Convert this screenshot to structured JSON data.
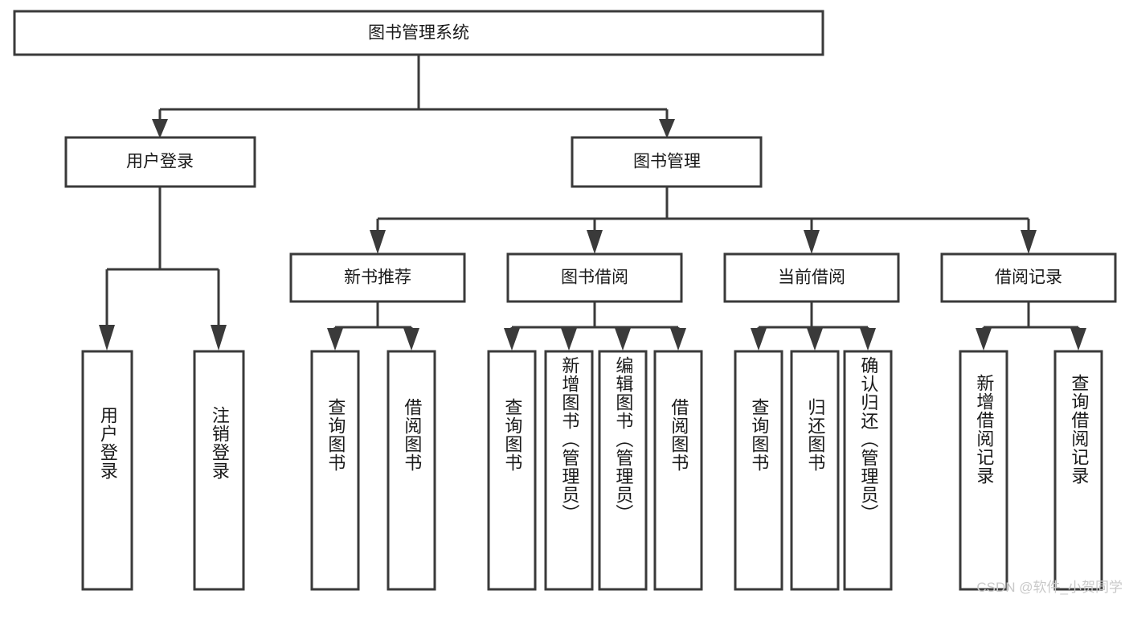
{
  "diagram": {
    "title": "图书管理系统",
    "type": "tree-hierarchy",
    "watermark": "CSDN @软件_小贺同学",
    "root": {
      "id": "root",
      "label": "图书管理系统"
    },
    "level2": [
      {
        "id": "user-login",
        "label": "用户登录"
      },
      {
        "id": "book-manage",
        "label": "图书管理"
      }
    ],
    "level3": [
      {
        "id": "new-book-rec",
        "label": "新书推荐",
        "parent": "book-manage"
      },
      {
        "id": "book-borrow",
        "label": "图书借阅",
        "parent": "book-manage"
      },
      {
        "id": "current-borrow",
        "label": "当前借阅",
        "parent": "book-manage"
      },
      {
        "id": "borrow-record",
        "label": "借阅记录",
        "parent": "book-manage"
      }
    ],
    "leaves": [
      {
        "id": "leaf-user-login",
        "label": "用户登录",
        "parent": "user-login"
      },
      {
        "id": "leaf-logout",
        "label": "注销登录",
        "parent": "user-login"
      },
      {
        "id": "leaf-query-book-1",
        "label": "查询图书",
        "parent": "new-book-rec"
      },
      {
        "id": "leaf-borrow-book-1",
        "label": "借阅图书",
        "parent": "new-book-rec"
      },
      {
        "id": "leaf-query-book-2",
        "label": "查询图书",
        "parent": "book-borrow"
      },
      {
        "id": "leaf-add-book",
        "label": "新增图书（管理员）",
        "parent": "book-borrow"
      },
      {
        "id": "leaf-edit-book",
        "label": "编辑图书（管理员）",
        "parent": "book-borrow"
      },
      {
        "id": "leaf-borrow-book-2",
        "label": "借阅图书",
        "parent": "book-borrow"
      },
      {
        "id": "leaf-query-book-3",
        "label": "查询图书",
        "parent": "current-borrow"
      },
      {
        "id": "leaf-return-book",
        "label": "归还图书",
        "parent": "current-borrow"
      },
      {
        "id": "leaf-confirm-return",
        "label": "确认归还（管理员）",
        "parent": "current-borrow"
      },
      {
        "id": "leaf-add-record",
        "label": "新增借阅记录",
        "parent": "borrow-record"
      },
      {
        "id": "leaf-query-record",
        "label": "查询借阅记录",
        "parent": "borrow-record"
      }
    ],
    "colors": {
      "stroke": "#3a3a3a",
      "fill": "#ffffff",
      "text": "#1a1a1a",
      "watermark": "#c9c9c9"
    }
  }
}
